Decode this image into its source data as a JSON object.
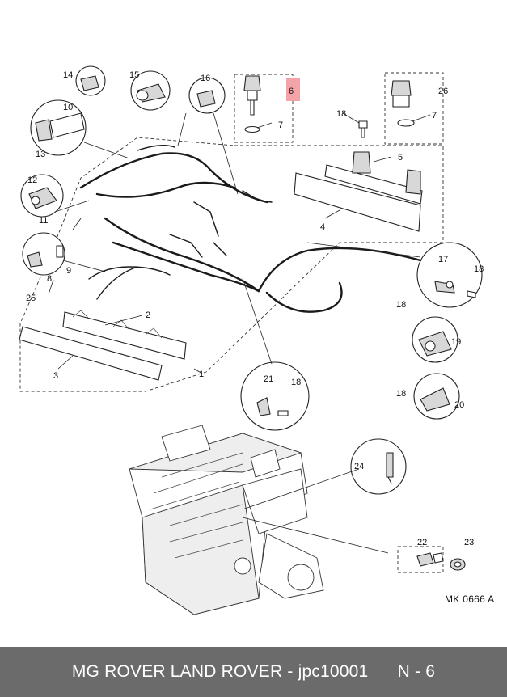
{
  "diagram": {
    "callouts": {
      "c1": "1",
      "c2": "2",
      "c3": "3",
      "c4": "4",
      "c5": "5",
      "c6": "6",
      "c7a": "7",
      "c7b": "7",
      "c8": "8",
      "c9": "9",
      "c10": "10",
      "c11": "11",
      "c12": "12",
      "c13": "13",
      "c14": "14",
      "c15": "15",
      "c16": "16",
      "c17": "17",
      "c18a": "18",
      "c18b": "18",
      "c18c": "18",
      "c18d": "18",
      "c18e": "18",
      "c19": "19",
      "c20": "20",
      "c21": "21",
      "c22": "22",
      "c23": "23",
      "c24": "24",
      "c25": "25",
      "c26": "26"
    },
    "highlight_color": "#f4a3a8",
    "drawing_code": "MK  0666 A"
  },
  "footer": {
    "text": "MG ROVER LAND ROVER - jpc10001      N - 6",
    "background": "#6b6b6b"
  }
}
